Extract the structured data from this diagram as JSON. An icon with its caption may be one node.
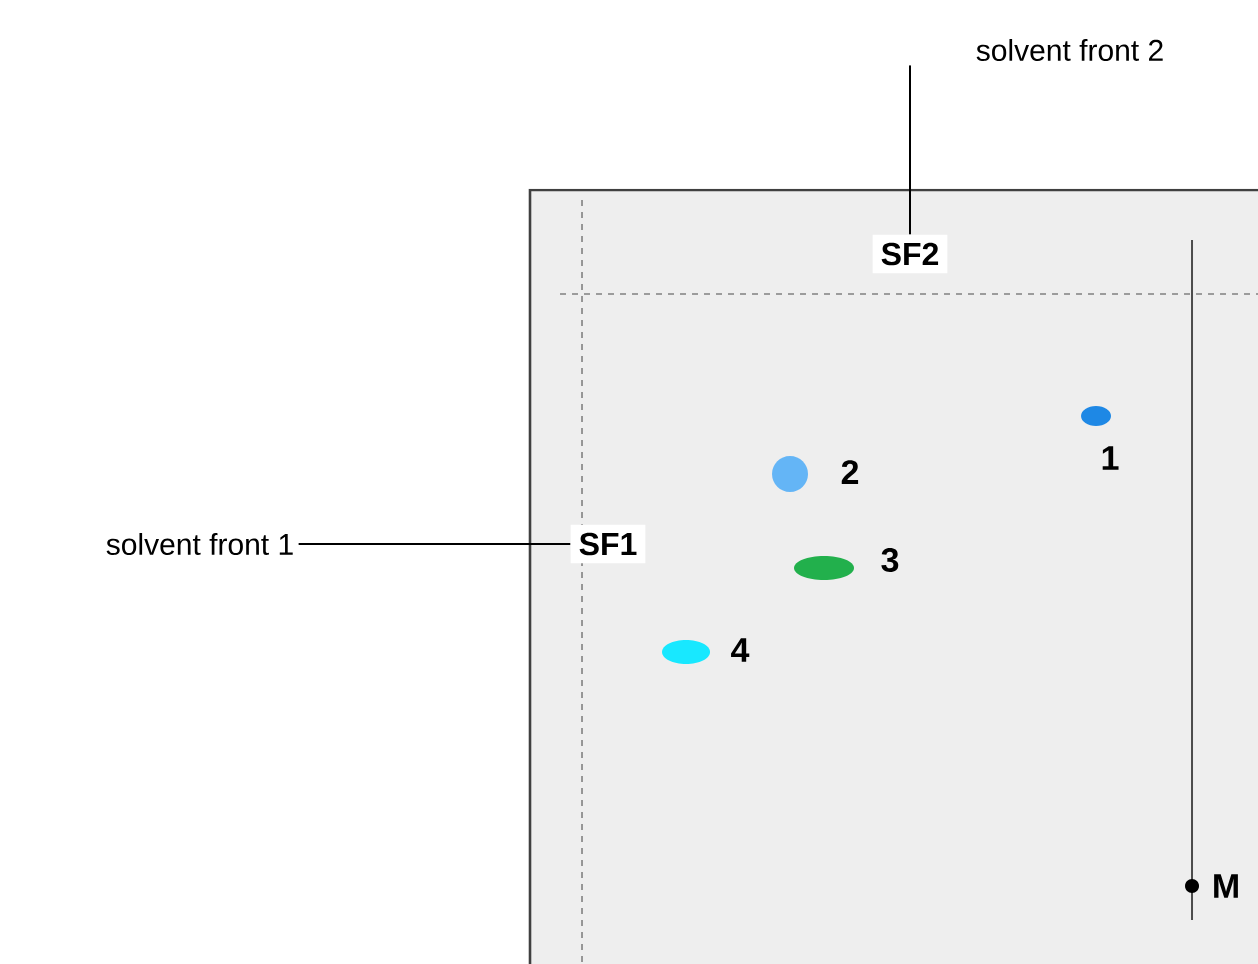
{
  "diagram": {
    "nodes": [
      {
        "text": [
          "solvent front 2"
        ]
      },
      {
        "text": [
          "SF2"
        ]
      },
      {
        "text": [
          "solvent front 1"
        ]
      },
      {
        "text": [
          "SF1"
        ]
      },
      {
        "text": [],
        "shape": "ellipse",
        "beside": [
          "1"
        ]
      },
      {
        "text": [],
        "shape": "circle",
        "beside": [
          "2"
        ]
      },
      {
        "text": [],
        "shape": "ellipse",
        "beside": [
          "3"
        ]
      },
      {
        "text": [],
        "shape": "ellipse",
        "beside": [
          "4"
        ]
      },
      {
        "text": [],
        "shape": "circle",
        "beside": [
          "M"
        ]
      }
    ],
    "edges": [
      {
        "from": 0,
        "to": 1,
        "arrow": "none"
      },
      {
        "from": 2,
        "to": 3,
        "arrow": "none"
      }
    ]
  }
}
